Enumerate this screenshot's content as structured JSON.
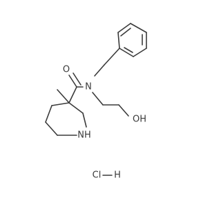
{
  "molecule": {
    "atoms": {
      "carbonyl_oxygen": "O",
      "amide_nitrogen": "N",
      "hydroxyl": "OH",
      "ring_nitrogen": "NH"
    },
    "salt": {
      "acid": "Cl",
      "hydrogen": "H"
    }
  }
}
